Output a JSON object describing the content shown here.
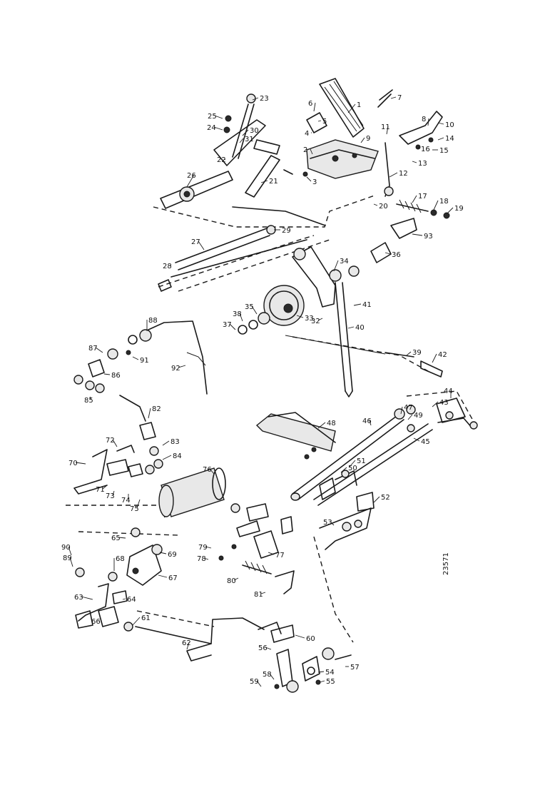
{
  "drawing_ref": "23571",
  "callouts": [
    "1",
    "2",
    "3",
    "4",
    "5",
    "6",
    "7",
    "8",
    "9",
    "10",
    "11",
    "12",
    "13",
    "14",
    "15",
    "16",
    "17",
    "18",
    "19",
    "20",
    "21",
    "22",
    "23",
    "24",
    "25",
    "26",
    "27",
    "28",
    "29",
    "30",
    "31",
    "32",
    "33",
    "34",
    "35",
    "36",
    "37",
    "38",
    "39",
    "40",
    "41",
    "42",
    "43",
    "44",
    "45",
    "46",
    "47",
    "48",
    "49",
    "50",
    "51",
    "52",
    "53",
    "54",
    "55",
    "56",
    "57",
    "58",
    "59",
    "60",
    "61",
    "62",
    "63",
    "64",
    "65",
    "66",
    "67",
    "68",
    "69",
    "70",
    "71",
    "72",
    "73",
    "74",
    "75",
    "76",
    "77",
    "78",
    "79",
    "80",
    "81",
    "82",
    "83",
    "84",
    "85",
    "86",
    "87",
    "88",
    "89",
    "90",
    "91",
    "92",
    "93"
  ]
}
